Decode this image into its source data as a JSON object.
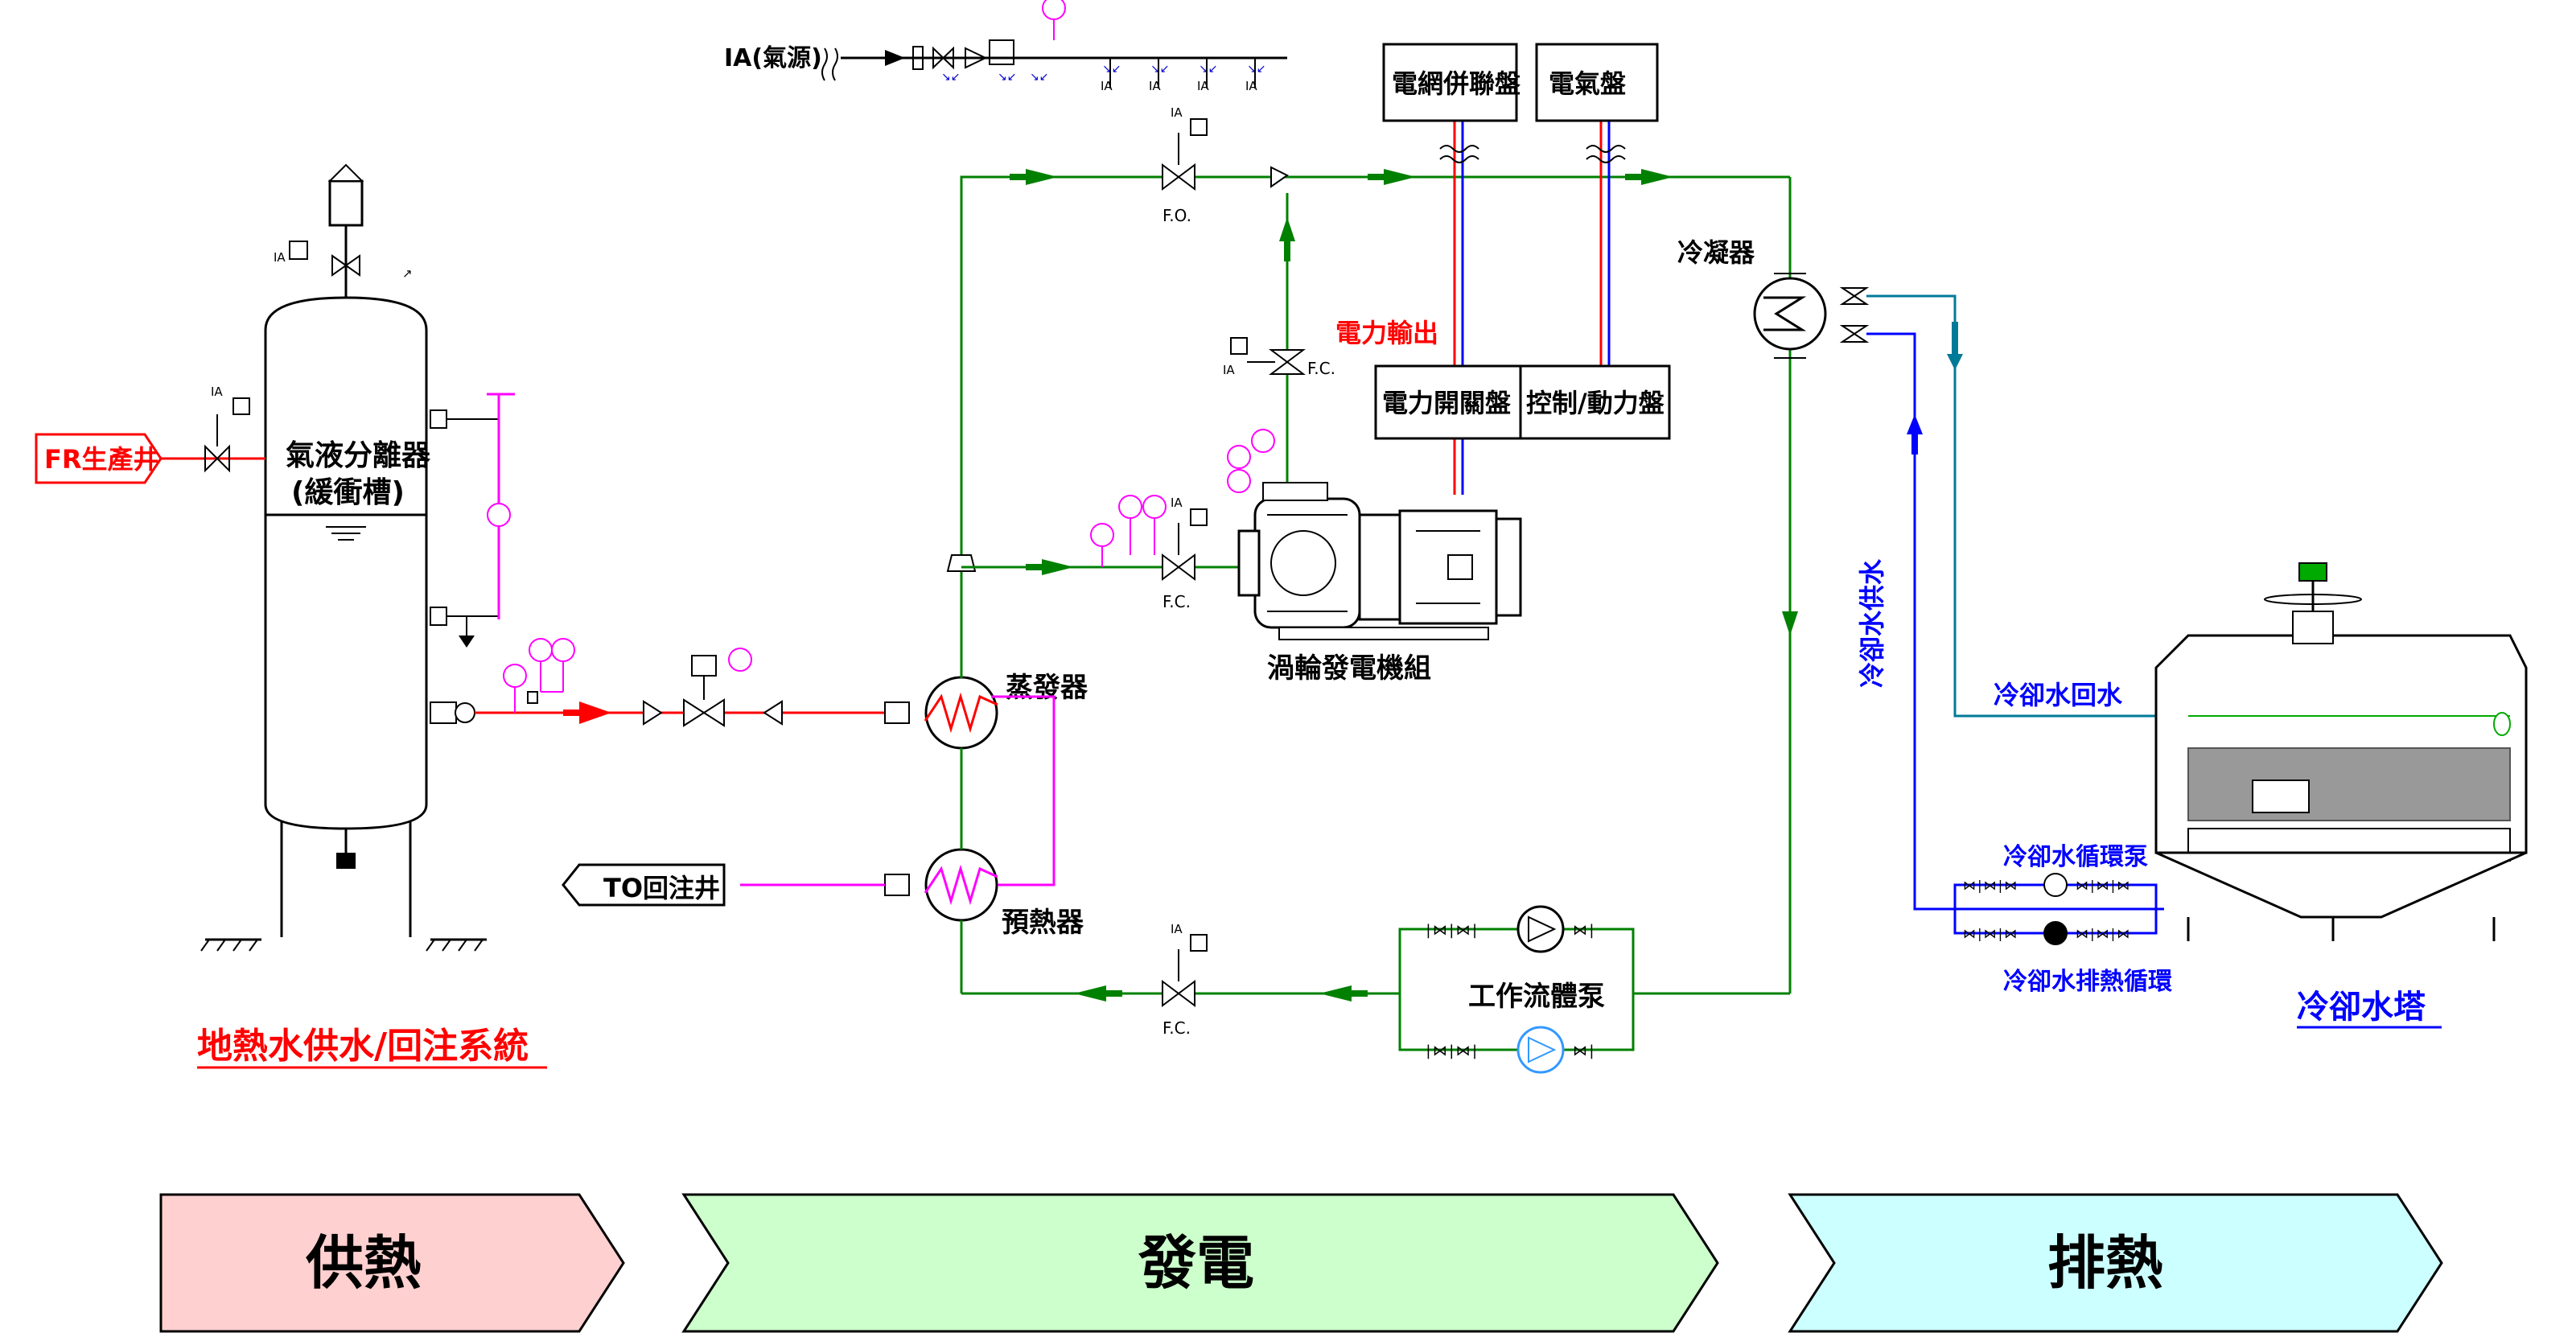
{
  "colors": {
    "geo_pipe": "#ff0000",
    "wf_pipe": "#008000",
    "reinject_pipe": "#ff00ff",
    "cool_supply": "#0000ff",
    "cool_return": "#007a99",
    "heat_band": "#ffd0d0",
    "power_band": "#ccffcc",
    "reject_band": "#ccffff"
  },
  "labels": {
    "ia_source": "IA(氣源)",
    "fr_well": "FR生產井",
    "to_well": "TO回注井",
    "separator_1": "氣液分離器",
    "separator_2": "(緩衝槽)",
    "evaporator": "蒸發器",
    "preheater": "預熱器",
    "turbine": "渦輪發電機組",
    "power_out": "電力輸出",
    "grid_panel": "電網併聯盤",
    "electric_panel": "電氣盤",
    "switch_panel": "電力開關盤",
    "control_panel": "控制/動力盤",
    "condenser": "冷凝器",
    "wf_pump": "工作流體泵",
    "cw_return": "冷卻水回水",
    "cw_supply": "冷卻水供水",
    "cw_pump": "冷卻水循環泵",
    "cw_heat_pump": "冷卻水排熱循環",
    "cooling_tower": "冷卻水塔",
    "geo_system": "地熱水供水/回注系統",
    "fo": "F.O.",
    "fc": "F.C.",
    "ia": "IA"
  },
  "stages": {
    "heat": "供熱",
    "power": "發電",
    "reject": "排熱"
  }
}
